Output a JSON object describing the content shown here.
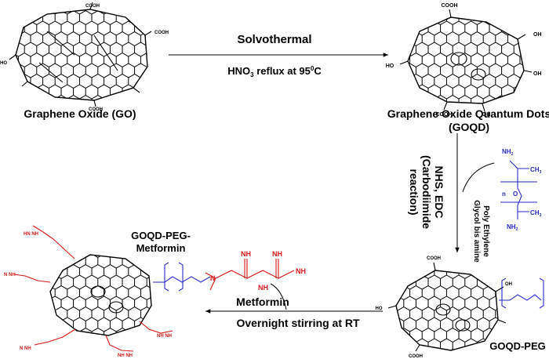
{
  "labels": {
    "go": "Graphene Oxide (GO)",
    "goqd_line1": "Graphene Oxide Quantum Dots",
    "goqd_line2": "(GOQD)",
    "goqd_peg": "GOQD-PEG",
    "goqd_peg_met_line1": "GOQD-PEG-",
    "goqd_peg_met_line2": "Metformin",
    "metformin": "Metformin"
  },
  "steps": {
    "solvothermal": "Solvothermal",
    "hno3_a": "HNO",
    "hno3_sub": "3",
    "hno3_b": " reflux at 95",
    "hno3_sup": "0",
    "hno3_c": "C",
    "nhs_edc_1": "NHS, EDC",
    "nhs_edc_2": "(Carbodiimide",
    "nhs_edc_3": "reaction)",
    "peg_name_1": "Poly Ethylene",
    "peg_name_2": "Glycol bis amine",
    "overnight": "Overnight stirring at RT"
  },
  "groups": {
    "cooh": "COOH",
    "ho": "HO",
    "oh": "OH",
    "o": "O",
    "n": "n",
    "nh": "NH",
    "nh2": "NH",
    "two": "2",
    "ch3": "CH",
    "three": "3"
  },
  "colors": {
    "metformin": "#d61a1a",
    "peg": "#2b2bc9",
    "structure": "#000000"
  }
}
